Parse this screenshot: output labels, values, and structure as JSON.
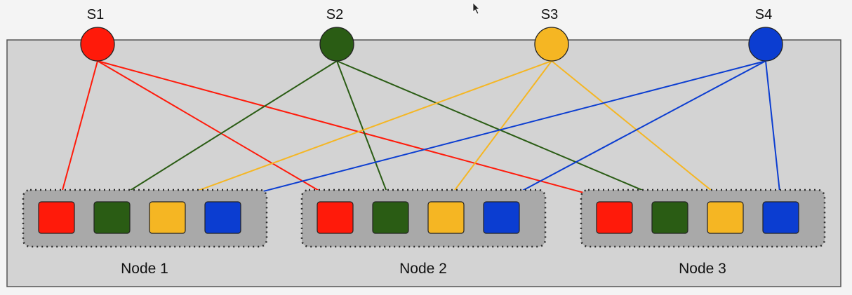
{
  "diagram": {
    "signals": [
      {
        "label": "S1",
        "color": "#ff1a0a"
      },
      {
        "label": "S2",
        "color": "#2a5c14"
      },
      {
        "label": "S3",
        "color": "#f5b623"
      },
      {
        "label": "S4",
        "color": "#0b3dd1"
      }
    ],
    "nodes": [
      {
        "label": "Node 1"
      },
      {
        "label": "Node 2"
      },
      {
        "label": "Node 3"
      }
    ],
    "colors": {
      "panel": "#d3d3d3",
      "node_group": "#a9a9a9",
      "cursor": "#222222"
    }
  }
}
